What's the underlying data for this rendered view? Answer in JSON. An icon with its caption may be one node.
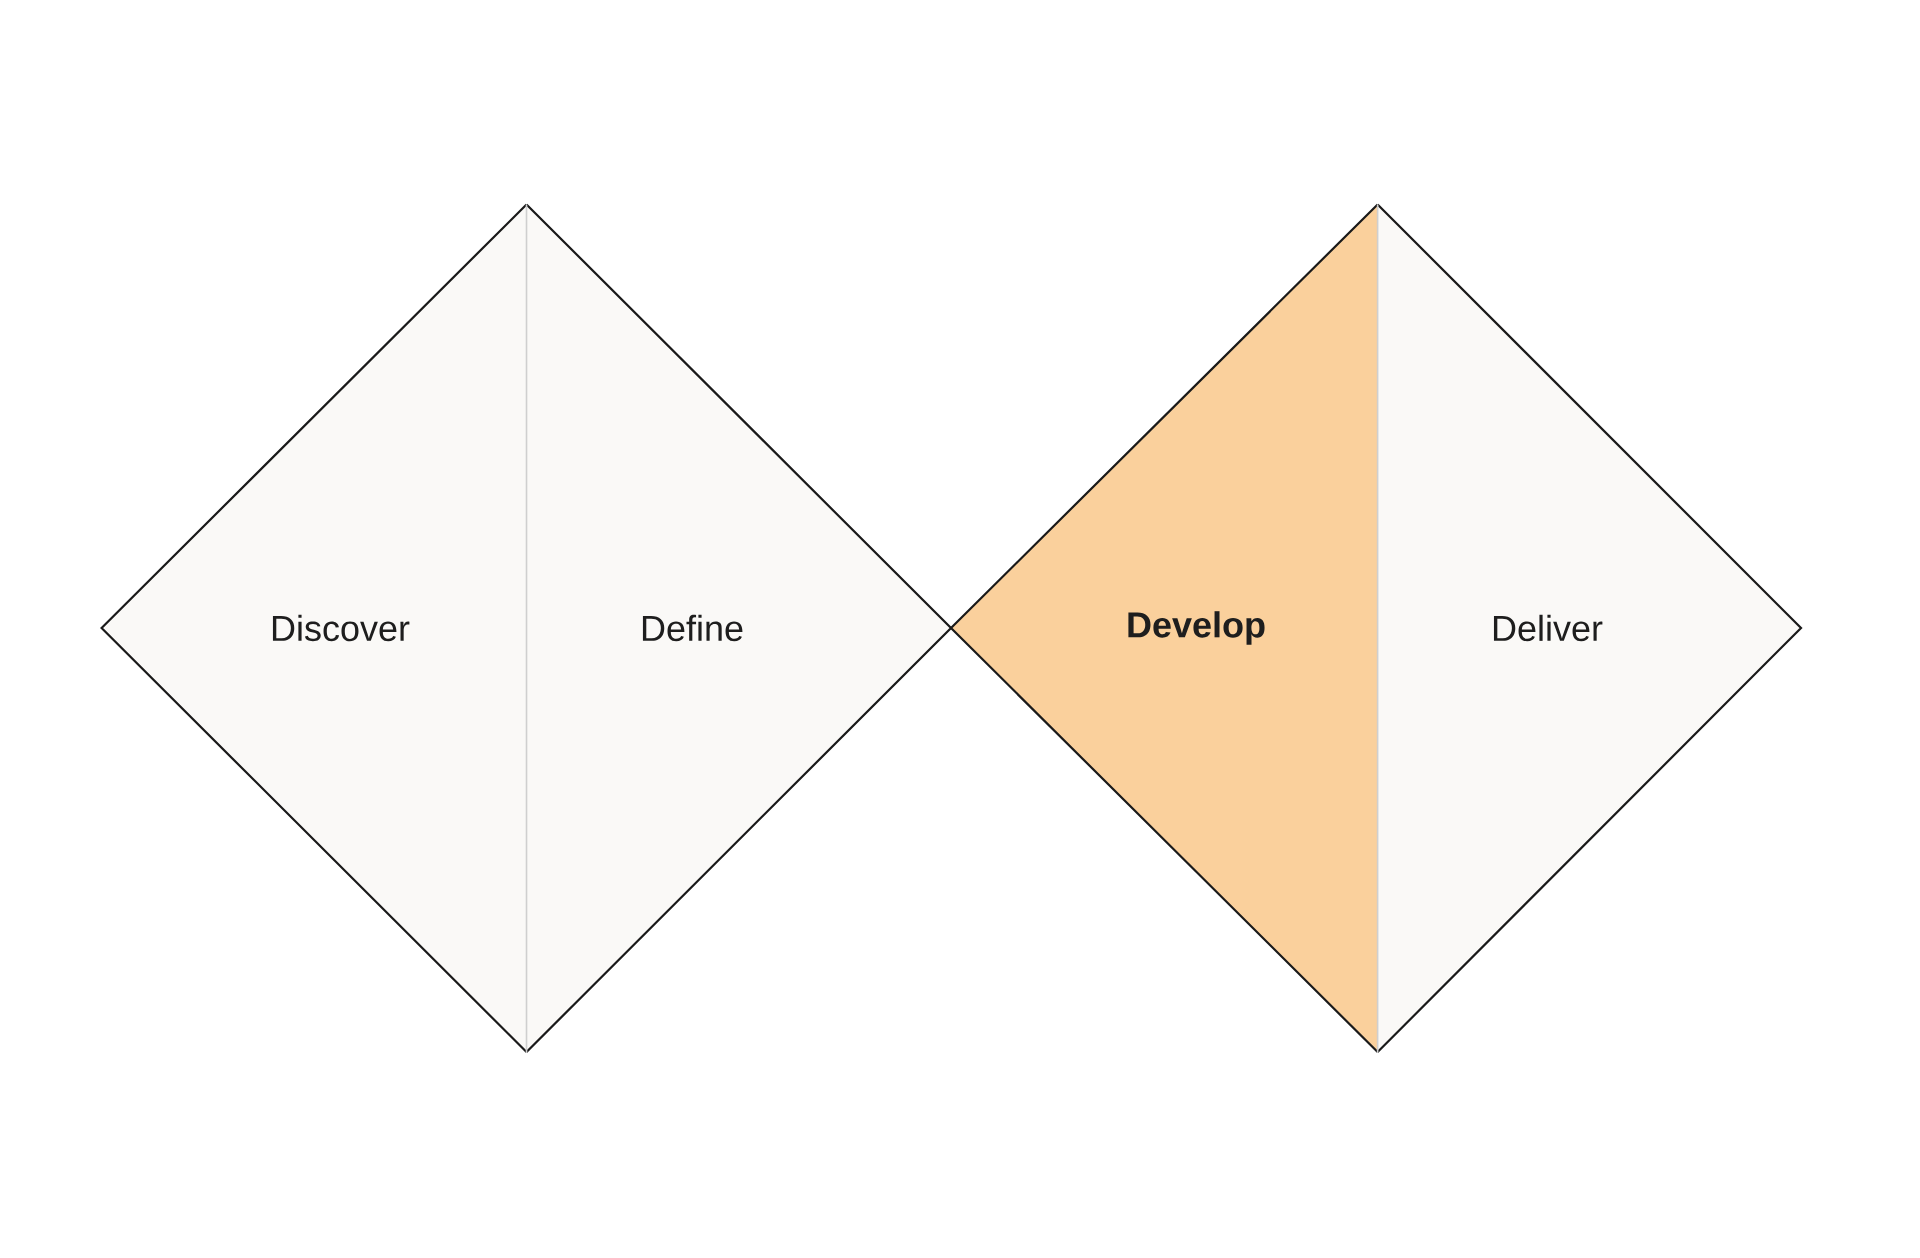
{
  "diagram": {
    "nodes": [
      {
        "text": [
          "Discover"
        ]
      },
      {
        "text": [
          "Define"
        ]
      },
      {
        "text": [
          "Develop"
        ]
      },
      {
        "text": [
          "Deliver"
        ]
      }
    ]
  }
}
